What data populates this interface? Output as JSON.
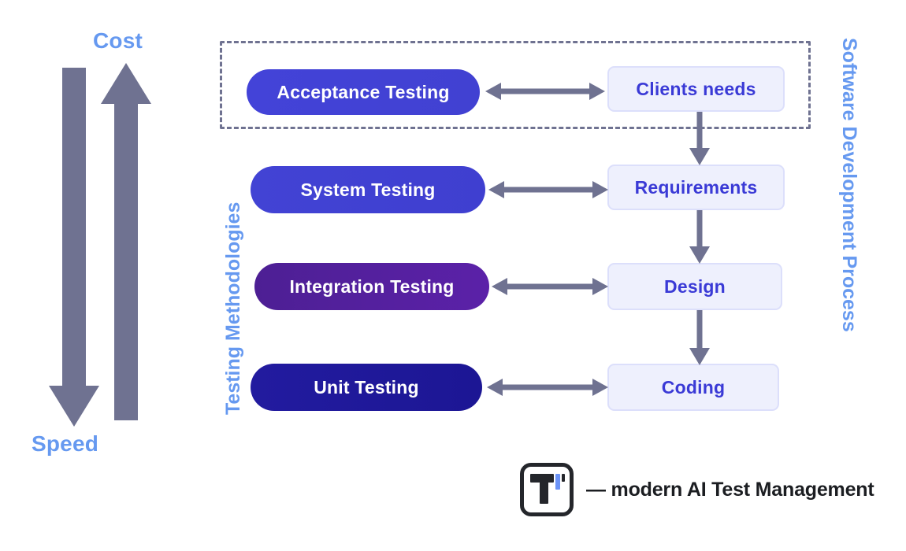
{
  "diagram": {
    "title_left_axis_top": "Cost",
    "title_left_axis_bottom": "Speed",
    "left_column_caption": "Testing Methodologies",
    "right_column_caption": "Software Development Process",
    "testing_levels": [
      {
        "label": "Acceptance Testing",
        "fill_from": "#4343d8",
        "fill_to": "#4343d8"
      },
      {
        "label": "System Testing",
        "fill_from": "#4243d4",
        "fill_to": "#4141cf"
      },
      {
        "label": "Integration Testing",
        "fill_from": "#4f2097",
        "fill_to": "#5a21a6"
      },
      {
        "label": "Unit Testing",
        "fill_from": "#211a9e",
        "fill_to": "#1d179a"
      }
    ],
    "process_stages": [
      {
        "label": "Clients needs"
      },
      {
        "label": "Requirements"
      },
      {
        "label": "Design"
      },
      {
        "label": "Coding"
      }
    ],
    "colors": {
      "axis_label": "#6699f0",
      "arrow_gray": "#6f7291",
      "stage_fill": "#eef0fd",
      "stage_border": "#dcdffb",
      "stage_text": "#3a3ad6",
      "dashed_border": "#6f7291",
      "logo_dark": "#24262b",
      "logo_accent": "#6b93f7"
    },
    "icons": {
      "cost_arrow": "arrow-up-icon",
      "speed_arrow": "arrow-down-icon",
      "link_arrow": "double-headed-arrow-icon",
      "flow_arrow": "arrow-down-icon",
      "logo": "testomat-logo-icon"
    }
  },
  "footer": {
    "caption": "— modern AI Test Management"
  }
}
